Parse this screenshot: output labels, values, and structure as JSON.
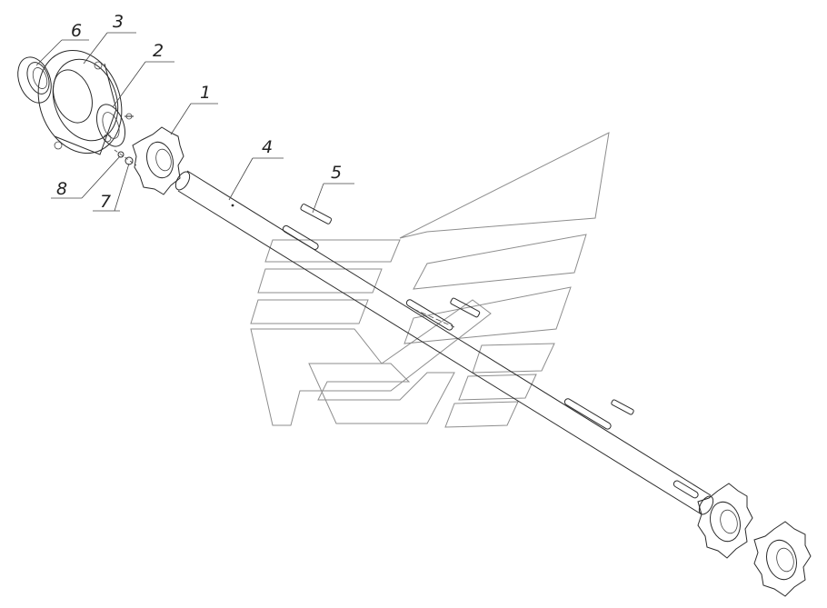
{
  "callouts": [
    {
      "label": "6"
    },
    {
      "label": "3"
    },
    {
      "label": "2"
    },
    {
      "label": "1"
    },
    {
      "label": "4"
    },
    {
      "label": "5"
    },
    {
      "label": "8"
    },
    {
      "label": "7"
    }
  ],
  "colors": {
    "line": "#2b2b2b",
    "watermark": "#8d8d8d",
    "background": "#ffffff"
  },
  "icons": {
    "watermark": "company-logo-watermark"
  }
}
